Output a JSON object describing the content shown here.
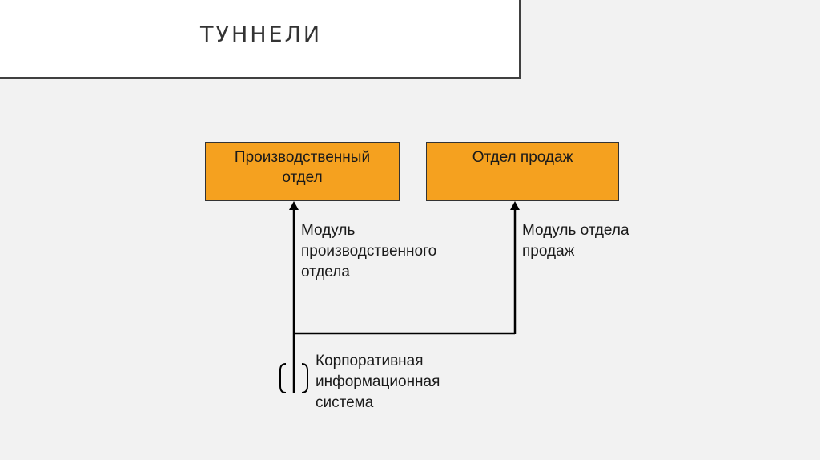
{
  "slide": {
    "title": "ТУННЕЛИ"
  },
  "diagram": {
    "departments": [
      {
        "name": "Производственный отдел",
        "color": "#f5a11f"
      },
      {
        "name": "Отдел продаж",
        "color": "#f5a11f"
      }
    ],
    "modules": [
      {
        "name": "Модуль производственного отдела",
        "target": "Производственный отдел"
      },
      {
        "name": "Модуль отдела продаж",
        "target": "Отдел продаж"
      }
    ],
    "system": {
      "name": "Корпоративная информационная система"
    },
    "colors": {
      "box_fill": "#f5a11f",
      "line": "#000000",
      "background": "#f2f2f2"
    }
  }
}
